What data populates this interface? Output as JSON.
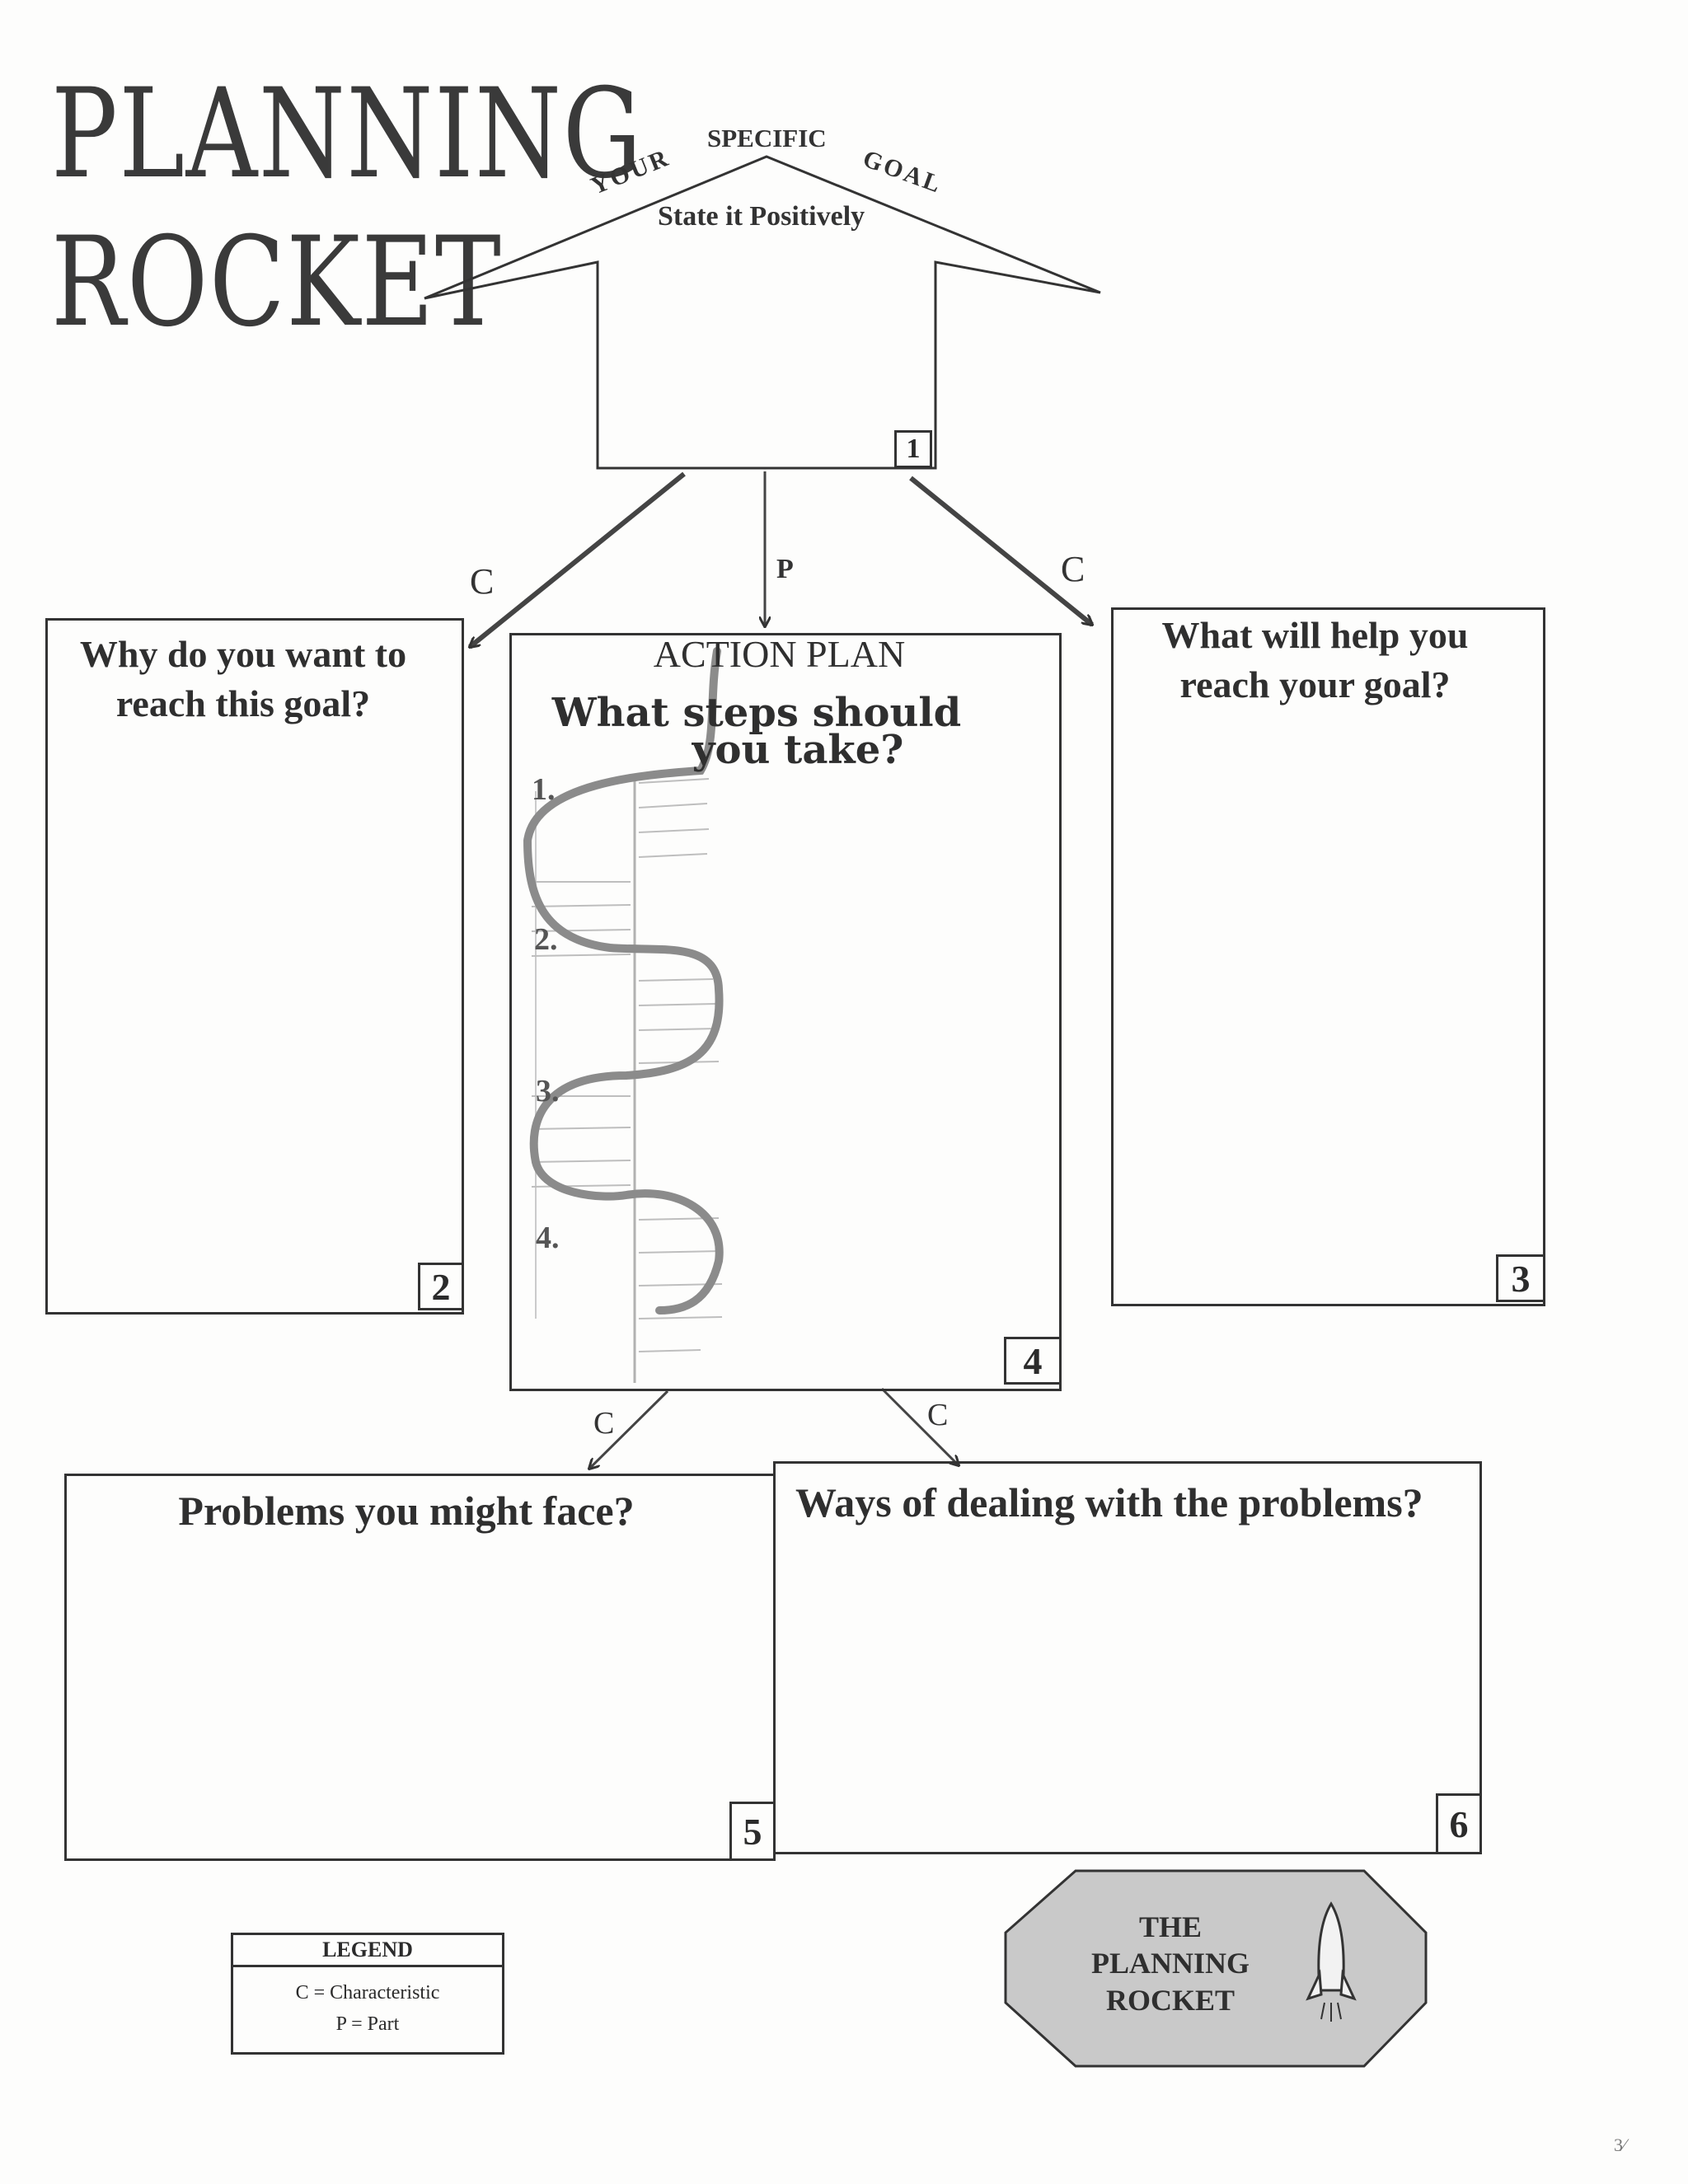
{
  "title": {
    "line1": "PLANNING",
    "line2": "ROCKET"
  },
  "goal": {
    "arc_left": "YOUR",
    "arc_mid": "SPECIFIC",
    "arc_right": "GOAL",
    "subtitle": "State it Positively",
    "box_number": "1"
  },
  "connectors": {
    "left_top": "C",
    "middle_top": "P",
    "right_top": "C",
    "left_bottom": "C",
    "right_bottom": "C"
  },
  "boxes": {
    "why": {
      "line1": "Why do you want to",
      "line2": "reach this goal?",
      "number": "2"
    },
    "help": {
      "line1": "What will help you",
      "line2": "reach your goal?",
      "number": "3"
    },
    "action": {
      "header": "ACTION PLAN",
      "question_line1": "What steps should",
      "question_line2": "you take?",
      "steps": [
        "1.",
        "2.",
        "3.",
        "4."
      ],
      "number": "4"
    },
    "problems": {
      "text": "Problems you might face?",
      "number": "5"
    },
    "dealing": {
      "text": "Ways of dealing with the problems?",
      "number": "6"
    }
  },
  "legend": {
    "title": "LEGEND",
    "c_def": "C = Characteristic",
    "p_def": "P = Part"
  },
  "badge": {
    "line1": "THE",
    "line2": "PLANNING",
    "line3": "ROCKET"
  },
  "page_number": "3⁄"
}
